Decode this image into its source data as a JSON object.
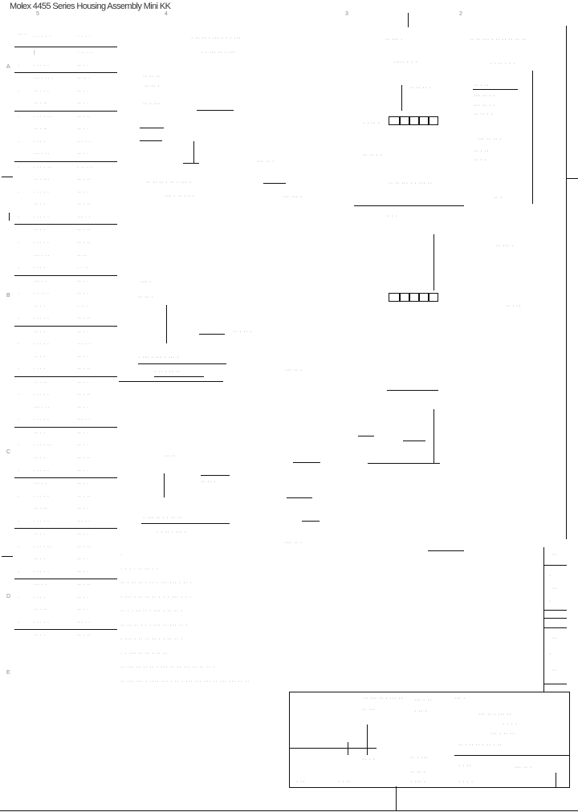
{
  "drawing": {
    "title": "Molex 4455 Series Housing Assembly Mini KK",
    "zone_marks_top": [
      "5",
      "4",
      "3",
      "2"
    ],
    "zone_marks_side": [
      "A",
      "B",
      "C",
      "D",
      "E"
    ]
  },
  "table": {
    "headers": [
      "··· ·",
      "· ·  · ·  ·",
      "·  · ·  ·"
    ],
    "rows": [
      [
        "",
        "|",
        "·  ·· ·  ·"
      ],
      [
        "·",
        "·  ·· ·  ·",
        "·· ·  ·"
      ],
      [
        "",
        "··· ·  ·· ·",
        "··  ·· ·"
      ],
      [
        "·",
        "·· ·  ·  ·",
        "·· ·  ·"
      ],
      [
        "",
        "··  ·  ··",
        "··  · ·"
      ],
      [
        "·",
        "· ·· ·  ··",
        "·· · ··"
      ],
      [
        "",
        "·· ·  ··",
        "·· · ·"
      ],
      [
        "·",
        "·  ··  ·",
        "··· ·  ·"
      ],
      [
        "",
        "··· · ··",
        "·· · ·"
      ],
      [
        "·",
        "· ·· · ··",
        "· ·· · ·"
      ],
      [
        "",
        "·· · ···",
        "·· · ··"
      ],
      [
        "·",
        "·  ·· ·  ·",
        "·· ·  ·"
      ],
      [
        "",
        "·· · ·",
        "·· · ··"
      ],
      [
        "·",
        "· ·· · ·",
        "··· · ·"
      ],
      [
        "",
        "·· · ·",
        "·· · ··"
      ],
      [
        "·",
        "· ·· · ·",
        "·· · ··"
      ],
      [
        "",
        "··· · ··",
        "·· ··"
      ],
      [
        "·",
        "· ··  ·",
        "·  · ··"
      ],
      [
        "",
        "··· · ·",
        "·· · ·"
      ],
      [
        "·",
        "· · ·· ·",
        "·· · ·"
      ],
      [
        "",
        "·· · ·",
        "· ·· ·"
      ],
      [
        "·",
        "· ·· · ·",
        "·· · ··"
      ],
      [
        "",
        "·· · ·",
        "·· · ·"
      ],
      [
        "·",
        "· ·· · ·",
        "··· · ·"
      ],
      [
        "",
        "·· · ·",
        "·· · ·"
      ],
      [
        "·",
        "· ·· ·",
        "·· · ··"
      ],
      [
        "",
        "·· · ··",
        "·· · ·"
      ],
      [
        "·",
        "· ·· · ·",
        "·· · ··"
      ],
      [
        "",
        "··· · ··",
        "·· · ·"
      ],
      [
        "·",
        "· ·· · ·",
        "··· · ·"
      ],
      [
        "",
        "·· · ·",
        "·· · ·"
      ],
      [
        "·",
        "· ·· · ··",
        "·· · ·"
      ],
      [
        "",
        "·· · ·",
        "·· · ··"
      ],
      [
        "·",
        "· ·· · ·",
        "·· · ·"
      ],
      [
        "",
        "··· · ·",
        "·· · ·"
      ],
      [
        "·",
        "· ·· · ·",
        "·· · ··"
      ],
      [
        "",
        "·· · ··",
        "·· · ·"
      ],
      [
        "·",
        "· ·· · ·",
        "··· · ·"
      ],
      [
        "",
        "·· · ·",
        "·· · ·"
      ],
      [
        "·",
        "· ·· · ··",
        "·· · ··"
      ],
      [
        "",
        "·· · ·",
        "·· · ·"
      ],
      [
        "·",
        "· ·· · ·",
        "·· · ·"
      ],
      [
        "",
        "··· · ·",
        "·· · ··"
      ],
      [
        "·",
        "· ·· ·",
        "·· · ·"
      ],
      [
        "",
        "·· · ··",
        "·· · ·"
      ],
      [
        "·",
        "· ·· · ·",
        "··· · ·"
      ],
      [
        "",
        "·· · ·",
        "·· · ··"
      ]
    ]
  },
  "views": {
    "view1": {
      "caption1": "· ·· ·· · ··· · · · ···",
      "caption2": "· · ··· ·· · ···",
      "label1": "·· ·· ··",
      "label2": "·· ·· ·",
      "label3": "·· · ···",
      "section": "·· ·· ·· · ·· · ··· ·",
      "section2": "··· · ·· · · ·"
    },
    "view2": {
      "label": "··· ·· ·",
      "sub": "··· ··· ·"
    },
    "view3": {
      "caption": "·· ·· ··· · · ··· ··",
      "labels": [
        "·· ··· ·",
        "····· · · ·",
        "·· ·· ·· ·",
        "· · ·· ·",
        "·· ·· · ·",
        "· · ·"
      ]
    },
    "view4": {
      "caption1": "· ··· · ··· · ··· ·",
      "caption2": "· ·· · ·· ··",
      "labels": [
        "··· ·",
        "·· ·· ·",
        "·· · ·· ·"
      ]
    },
    "view5": {
      "caption1": "· ··· ·· · · ·· ··",
      "caption2": "· · ·· · ··· ·",
      "labels": [
        "·· ··",
        "·· ·· ·"
      ]
    },
    "right_panel": {
      "title": "·· ·· ··· · ·· ·· ·· ·· ··",
      "sub": "· · ·· · · ·",
      "items": [
        "·· · ··",
        "··· ·· · ·",
        "··· ·· · ·",
        "·· ·· · ·",
        "··· ·· ·· ·",
        "·· · ··",
        "·· · ·"
      ],
      "foot": "·· ·"
    },
    "detail_a": {
      "caption": "··· ·· ·"
    },
    "detail_b": {
      "caption": "··· ·· ·",
      "labels": [
        "·· ··· ·",
        "·· · ··"
      ]
    },
    "detail_c": {
      "caption": "··· ·· ·"
    }
  },
  "notes": {
    "items": [
      "·",
      "· ·  · ·  ·· ·· · ·",
      "·· · ·· ·· · ·· · ··· ··· · ·· ·",
      "· ··· · ·· ·· ·· · · · ··· · · ·",
      "·· · · ·· ·· · ··· · ·· ·· ·",
      "·· ·· ·· · · · ··· ·· ··· ·· ·",
      "· ··· · ·· ·· ·· · · ·· ·· ·",
      "· ·  ··· ·· ·· · ·· ··",
      "·· ··· ·· ·· ·· · ··· ·· ·· ··· ·· ·· ·· ·",
      "·· ··· ··· · ···· ··· · ·· · ··· ··· ··· ·· ··· ··· ·· ··"
    ]
  },
  "title_block": {
    "company": "·· ··· ·· · ··· ··",
    "title_lines": [
      "··· ·· · ··· ··",
      "· · · ·",
      "··· · ·· ··"
    ],
    "doc_no": "·· · ·· ·· · ·· · ··",
    "rev": "··· ·",
    "scale": "·· · ···",
    "sheet": "··· ·· ·",
    "cells": [
      "·· ···",
      "··· · ··",
      "· ·· ·",
      "·· · ·",
      "· · ··",
      "·· ·· ·"
    ],
    "bottom": [
      "· ··",
      "· · ··",
      "· ··· ·",
      "· · · ·"
    ]
  },
  "revision_column": {
    "cells": [
      "··",
      "·",
      "··",
      "·",
      "··",
      "·",
      "··",
      "·",
      "··",
      "·"
    ]
  }
}
